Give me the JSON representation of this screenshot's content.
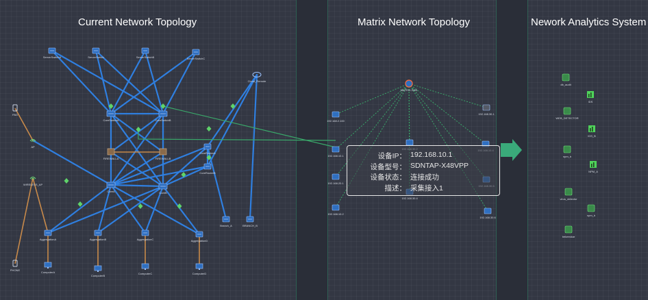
{
  "sections": {
    "current": "Current Network Topology",
    "matrix": "Matrix Network Topology",
    "analytics": "Nework Analytics System"
  },
  "colors": {
    "background": "#333743",
    "link_main": "#2f7fe0",
    "link_access": "#c88a4a",
    "link_tap": "#3aa86a",
    "node_device": "#2f6fc0",
    "node_switch_ok": "#5fd36a",
    "flow_arrow": "#3aaa7a"
  },
  "current": {
    "nodes": [
      {
        "id": "ss1",
        "label": "ServerSwitchA",
        "icon": "server-switch-icon"
      },
      {
        "id": "ss2",
        "label": "ServerSwitch",
        "icon": "server-switch-icon"
      },
      {
        "id": "ss3",
        "label": "ServerSwitchB",
        "icon": "server-switch-icon"
      },
      {
        "id": "ss4",
        "label": "ServerSwitchC",
        "icon": "server-switch-icon"
      },
      {
        "id": "cloud",
        "label": "Cloud_Remote",
        "icon": "cloud-icon"
      },
      {
        "id": "pad",
        "label": "PAD",
        "icon": "tablet-icon"
      },
      {
        "id": "ap",
        "label": "AP",
        "icon": "wifi-icon"
      },
      {
        "id": "wap",
        "label": "WIRELESS_AP",
        "icon": "wifi-icon"
      },
      {
        "id": "phone",
        "label": "PHONE",
        "icon": "phone-icon"
      },
      {
        "id": "csa",
        "label": "CoreSwitchA",
        "icon": "core-switch-icon"
      },
      {
        "id": "csb",
        "label": "CoreSwitchB",
        "icon": "core-switch-icon"
      },
      {
        "id": "fwa",
        "label": "FIREWALLA",
        "icon": "firewall-icon"
      },
      {
        "id": "fwb",
        "label": "FIREWALLB",
        "icon": "firewall-icon"
      },
      {
        "id": "cra",
        "label": "CoreRouterA",
        "icon": "router-icon"
      },
      {
        "id": "crb",
        "label": "CoreRouterB",
        "icon": "router-icon"
      },
      {
        "id": "cx",
        "label": "CoreA",
        "icon": "core-switch-icon"
      },
      {
        "id": "cy",
        "label": "CoreB",
        "icon": "core-switch-icon"
      },
      {
        "id": "ba",
        "label": "Branch_A",
        "icon": "branch-icon"
      },
      {
        "id": "bb",
        "label": "BRANCH_B",
        "icon": "branch-icon"
      },
      {
        "id": "ag1",
        "label": "AggregationA",
        "icon": "aggregation-switch-icon"
      },
      {
        "id": "ag2",
        "label": "AggregationB",
        "icon": "aggregation-switch-icon"
      },
      {
        "id": "ag3",
        "label": "AggregationC",
        "icon": "aggregation-switch-icon"
      },
      {
        "id": "ag4",
        "label": "AggregationD",
        "icon": "aggregation-switch-icon"
      },
      {
        "id": "pc1",
        "label": "ComputerA",
        "icon": "computer-icon"
      },
      {
        "id": "pc2",
        "label": "ComputerB",
        "icon": "computer-icon"
      },
      {
        "id": "pc3",
        "label": "ComputerC",
        "icon": "computer-icon"
      },
      {
        "id": "pc4",
        "label": "ComputerD",
        "icon": "computer-icon"
      }
    ]
  },
  "matrix": {
    "hub": {
      "label": "MATRIX-SDN",
      "icon": "matrix-hub-icon"
    },
    "nodes": [
      {
        "id": "m1",
        "label": "192.168.2.100"
      },
      {
        "id": "m2",
        "label": "192.168.10.1"
      },
      {
        "id": "m3",
        "label": "192.168.20.1"
      },
      {
        "id": "m4",
        "label": "192.168.10.2"
      },
      {
        "id": "m5",
        "label": "192.168.30.1"
      },
      {
        "id": "m6",
        "label": "192.168.10.4"
      },
      {
        "id": "m7",
        "label": "192.168.30.2"
      },
      {
        "id": "m8",
        "label": "192.168.30.5"
      },
      {
        "id": "m9",
        "label": "192.168.30.4"
      },
      {
        "id": "m10",
        "label": "192.168.30.6"
      }
    ]
  },
  "tooltip": {
    "rows": [
      {
        "key": "设备IP：",
        "value": "192.168.10.1"
      },
      {
        "key": "设备型号：",
        "value": "SDNTAP-X48VPP"
      },
      {
        "key": "设备状态：",
        "value": "连接成功"
      },
      {
        "key": "描述：",
        "value": "采集接入1"
      }
    ]
  },
  "analytics": {
    "nodes": [
      {
        "id": "a1",
        "label": "db_audit",
        "icon": "analytics-app-icon"
      },
      {
        "id": "a2",
        "label": "WEB_DETECTOR",
        "icon": "analytics-app-icon"
      },
      {
        "id": "a3",
        "label": "npm_b",
        "icon": "analytics-app-icon"
      },
      {
        "id": "a4",
        "label": "virus_detector",
        "icon": "analytics-app-icon"
      },
      {
        "id": "a5",
        "label": "bekeeckar",
        "icon": "analytics-app-icon"
      },
      {
        "id": "b1",
        "label": "IDS",
        "icon": "bar-chart-icon"
      },
      {
        "id": "b2",
        "label": "IDS_B",
        "icon": "bar-chart-icon"
      },
      {
        "id": "b3",
        "label": "NPM_A",
        "icon": "bar-chart-icon"
      },
      {
        "id": "b4",
        "label": "npm_b",
        "icon": "analytics-app-icon"
      }
    ]
  }
}
